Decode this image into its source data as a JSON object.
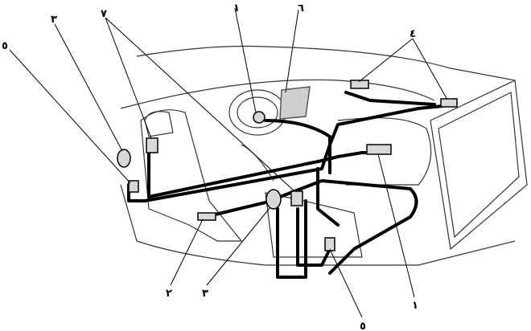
{
  "diagram": {
    "callouts": [
      {
        "id": "top-1",
        "text": "١"
      },
      {
        "id": "top-6",
        "text": "٦"
      },
      {
        "id": "top-4",
        "text": "٤"
      },
      {
        "id": "top-7",
        "text": "٧"
      },
      {
        "id": "top-3",
        "text": "٣"
      },
      {
        "id": "top-5",
        "text": "٥"
      },
      {
        "id": "bottom-2",
        "text": "٢"
      },
      {
        "id": "bottom-3",
        "text": "٣"
      },
      {
        "id": "bottom-5",
        "text": "٥"
      },
      {
        "id": "bottom-1",
        "text": "١"
      }
    ]
  }
}
